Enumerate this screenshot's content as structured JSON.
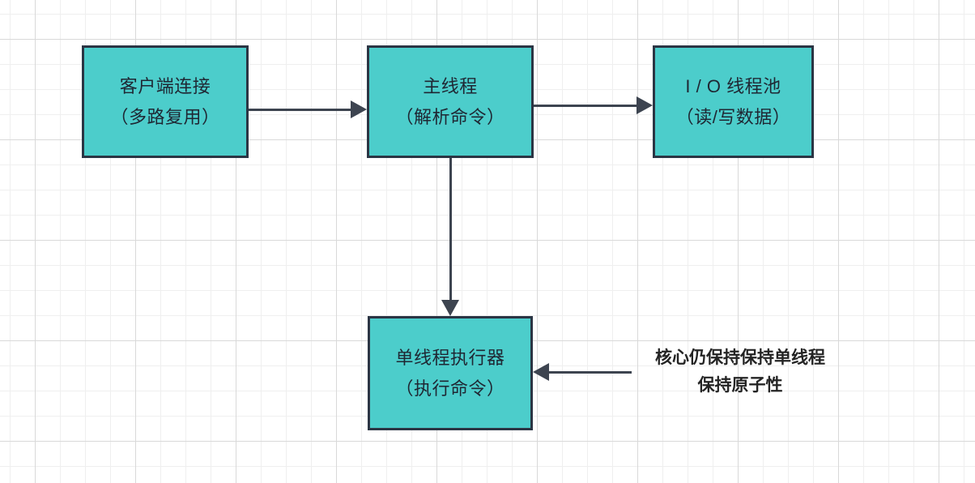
{
  "diagram": {
    "type": "flowchart",
    "background": "grid-paper",
    "colors": {
      "node_fill": "#4ccdcb",
      "node_border": "#2b3544",
      "node_text": "#1f2733",
      "edge": "#3d4450",
      "note_text": "#242424",
      "grid_minor": "#efefef",
      "grid_major": "#d9d9d9"
    },
    "nodes": [
      {
        "id": "client",
        "name": "client-connection",
        "line1": "客户端连接",
        "line2": "（多路复用）"
      },
      {
        "id": "main",
        "name": "main-thread",
        "line1": "主线程",
        "line2": "（解析命令）"
      },
      {
        "id": "iopool",
        "name": "io-thread-pool",
        "line1": "I / O 线程池",
        "line2": "（读/写数据）"
      },
      {
        "id": "executor",
        "name": "single-thread-executor",
        "line1": "单线程执行器",
        "line2": "（执行命令）"
      }
    ],
    "edges": [
      {
        "id": "client-main",
        "from": "client",
        "to": "main",
        "direction": "right",
        "label": ""
      },
      {
        "id": "main-iopool",
        "from": "main",
        "to": "iopool",
        "direction": "right",
        "label": ""
      },
      {
        "id": "main-executor",
        "from": "main",
        "to": "executor",
        "direction": "down",
        "label": ""
      },
      {
        "id": "note-executor",
        "from": "note-atomic",
        "to": "executor",
        "direction": "left",
        "label": ""
      }
    ],
    "notes": [
      {
        "id": "atomic",
        "name": "atomicity-note",
        "line1": "核心仍保持保持单线程",
        "line2": "保持原子性"
      }
    ]
  }
}
